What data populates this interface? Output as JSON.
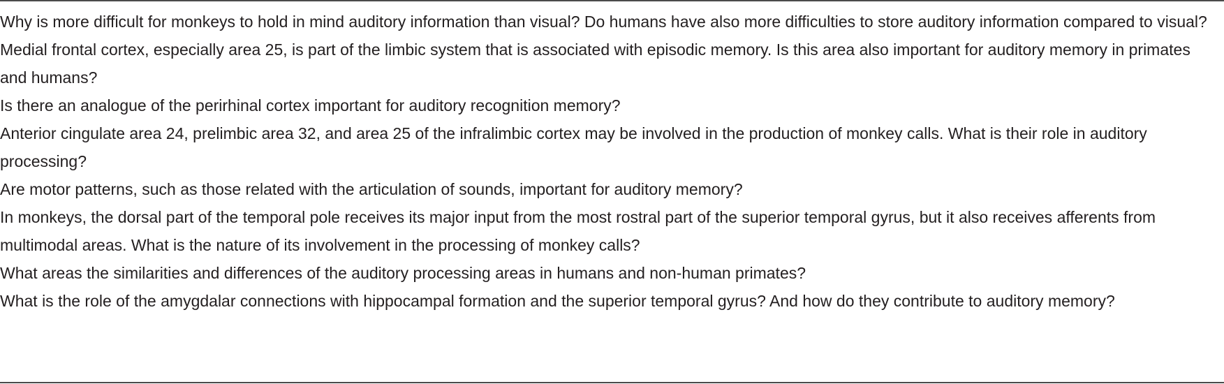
{
  "table": {
    "rows": [
      "Why is more difficult for monkeys to hold in mind auditory information than visual? Do humans have also more difficulties to store auditory information compared to visual?",
      "Medial frontal cortex, especially area 25, is part of the limbic system that is associated with episodic memory. Is this area also important for auditory memory in primates and humans?",
      "Is there an analogue of the perirhinal cortex important for auditory recognition memory?",
      "Anterior cingulate area 24, prelimbic area 32, and area 25 of the infralimbic cortex may be involved in the production of monkey calls. What is their role in auditory processing?",
      "Are motor patterns, such as those related with the articulation of sounds, important for auditory memory?",
      "In monkeys, the dorsal part of the temporal pole receives its major input from the most rostral part of the superior temporal gyrus, but it also receives afferents from multimodal areas. What is the nature of its involvement in the processing of monkey calls?",
      "What areas the similarities and differences of the auditory processing areas in humans and non-human primates?",
      "What is the role of the amygdalar connections with hippocampal formation and the superior temporal gyrus? And how do they contribute to auditory memory?"
    ]
  }
}
